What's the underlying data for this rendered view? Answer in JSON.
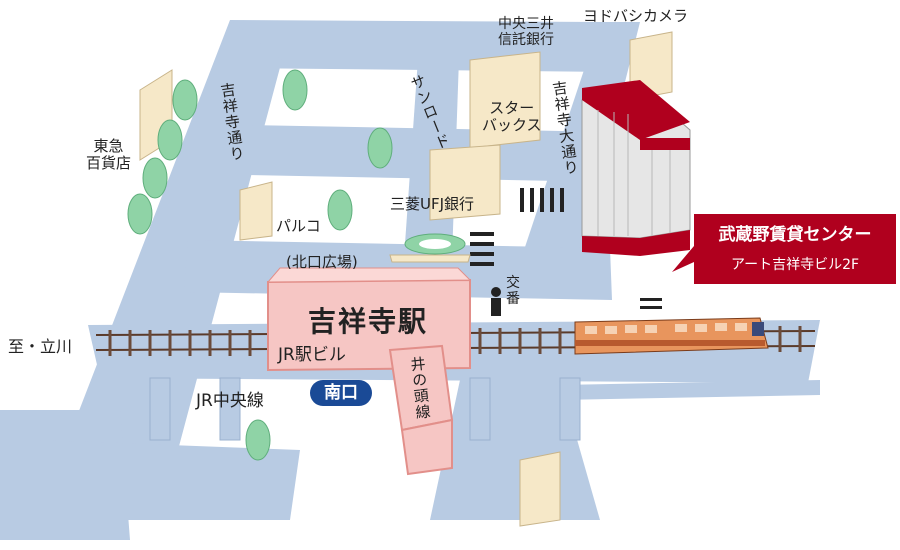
{
  "labels": {
    "yodobashi": "ヨドバシカメラ",
    "chuo_bank": "中央三井\n信託銀行",
    "tokyu": "東急\n百貨店",
    "kichijoji_dori": "吉祥寺通り",
    "sun_road": "サンロード",
    "starbucks": "スター\nバックス",
    "kichijoji_odori": "吉祥寺大通り",
    "mufg": "三菱UFJ銀行",
    "parco": "パルコ",
    "north_plaza": "(北口広場)",
    "koban": "交\n番",
    "station": "吉祥寺駅",
    "jr_building": "JR駅ビル",
    "inokashira": "井の頭線",
    "to_tachikawa": "至・立川",
    "south_exit": "南口",
    "jr_chuo_line": "JR中央線"
  },
  "callout": {
    "name": "武蔵野賃貸センター",
    "location": "アート吉祥寺ビル2F"
  },
  "colors": {
    "road": "#b8cbe3",
    "station": "#f6c6c4",
    "station_stroke": "#e28f8a",
    "callout_bg": "#b0001e",
    "south_exit": "#1a4a96",
    "tree": "#8fd3a6",
    "building": "#f6e8c8",
    "train": "#e8955d"
  }
}
